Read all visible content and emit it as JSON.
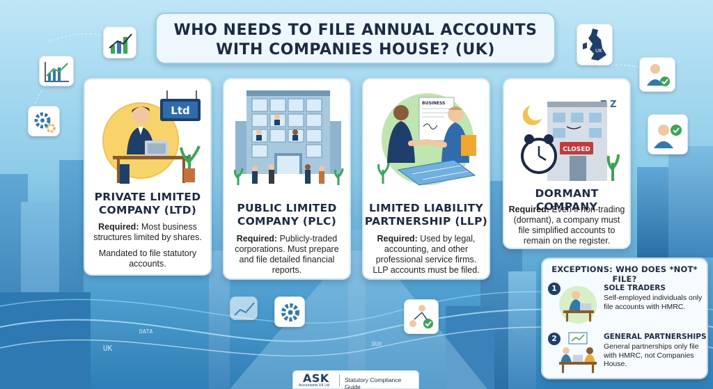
{
  "header": {
    "title_line1": "WHO NEEDS TO FILE ANNUAL ACCOUNTS",
    "title_line2": "WITH COMPANIES HOUSE? (UK)"
  },
  "cards": [
    {
      "title_line1": "PRIVATE LIMITED",
      "title_line2": "COMPANY (LTD)",
      "sign": "Ltd",
      "required_label": "Required:",
      "required_text": " Most business structures limited by shares.",
      "extra": "Mandated to file statutory accounts."
    },
    {
      "title_line1": "PUBLIC LIMITED",
      "title_line2": "COMPANY (PLC)",
      "required_label": "Required:",
      "required_text": " Publicly-traded corporations. Must prepare and file detailed financial reports."
    },
    {
      "title_line1": "LIMITED LIABILITY",
      "title_line2": "PARTNERSHIP (LLP)",
      "doc_label": "BUSINESS",
      "required_label": "Required:",
      "required_text": " Used by legal, accounting, and other professional service firms. LLP accounts must be filed."
    },
    {
      "title_line1": "DORMANT COMPANY",
      "sign": "CLOSED",
      "zzz": "Z Z",
      "required_label": "Required:",
      "required_text": " Even if non-trading (dormant), a company must file simplified accounts to remain on the register."
    }
  ],
  "exceptions": {
    "title": "EXCEPTIONS: WHO DOES *NOT* FILE?",
    "items": [
      {
        "number": "1",
        "heading": "SOLE TRADERS",
        "text": "Self-employed individuals only file accounts with HMRC."
      },
      {
        "number": "2",
        "heading": "GENERAL PARTNERSHIPS",
        "text": "General partnerships only file with HMRC, not Companies House."
      }
    ]
  },
  "map_label": "UK",
  "background_text": {
    "data": "DATA",
    "uk": "UK",
    "dux": "DUX"
  },
  "footer": {
    "brand": "ASK",
    "brand_sub": "Accountants UK Ltd",
    "guide": "Statutory Compliance Guide"
  },
  "icons": [
    "bar-chart-icon",
    "line-chart-icon",
    "gear-icon",
    "uk-map-icon",
    "user-check-icon",
    "network-check-icon"
  ],
  "colors": {
    "navy": "#1c2b45",
    "accent_blue": "#1f3f6b",
    "check_green": "#3aa655",
    "card_border": "#d4e6f2"
  }
}
